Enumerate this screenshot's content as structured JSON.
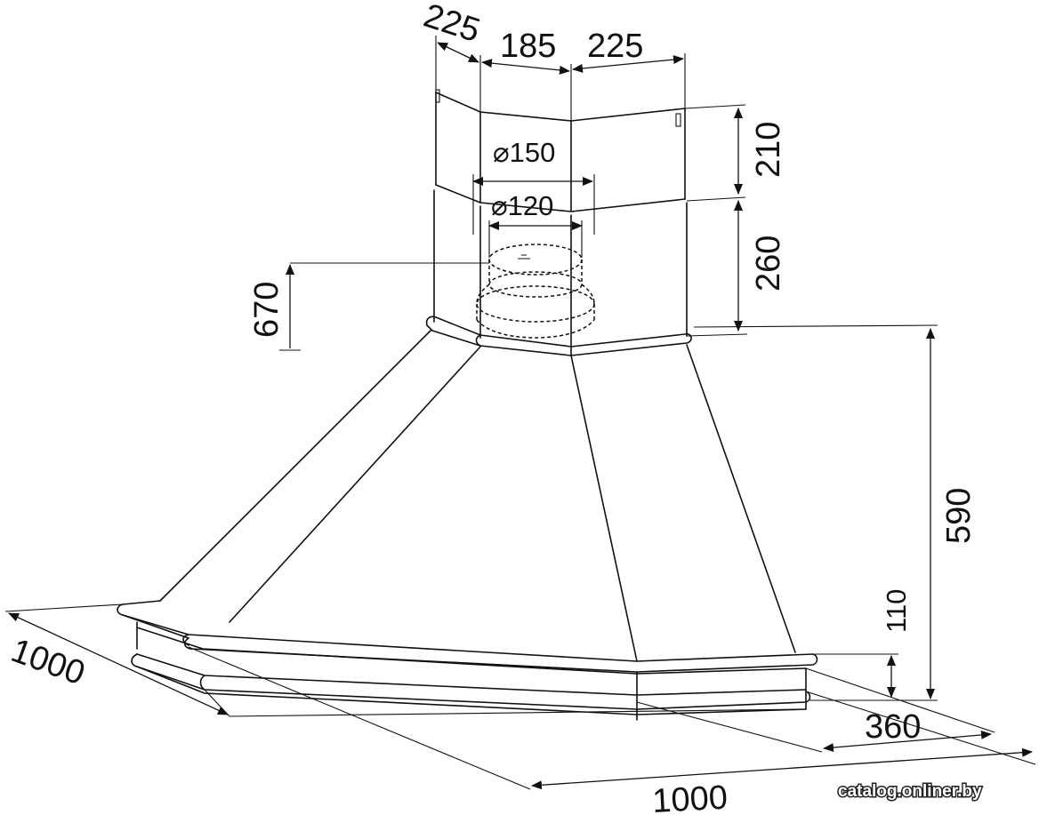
{
  "dimensions": {
    "top_left_depth": "225",
    "top_center_width": "185",
    "top_right_depth": "225",
    "upper_chimney_height": "210",
    "lower_chimney_height": "260",
    "outer_duct_diameter": "⌀150",
    "inner_duct_diameter": "⌀120",
    "duct_height": "670",
    "body_height": "590",
    "rim_height": "110",
    "rim_depth": "360",
    "left_width": "1000",
    "bottom_width": "1000"
  },
  "watermark": "catalog.onliner.by",
  "colors": {
    "line": "#111111",
    "background": "#ffffff"
  }
}
